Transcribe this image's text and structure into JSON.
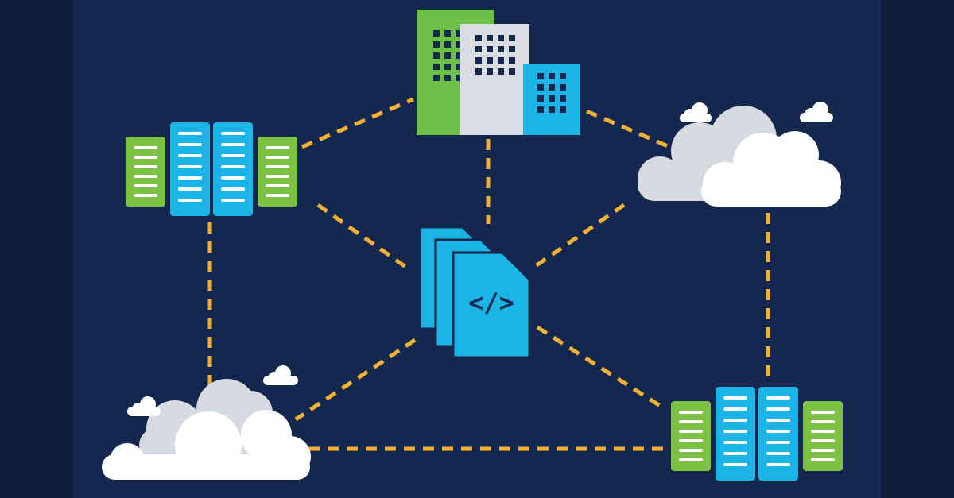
{
  "colors": {
    "background": "#14274f",
    "background_edge": "#0d1d3c",
    "connector": "#f2b134",
    "server_blue": "#1ab4e6",
    "server_green": "#7cc142",
    "building_green": "#6cc04a",
    "building_gray": "#d9dce2",
    "building_blue": "#1ab4e6",
    "window_dark": "#13294f",
    "cloud_white": "#ffffff",
    "cloud_gray": "#d7dae0",
    "document_blue": "#1ab4e6"
  },
  "diagram": {
    "nodes": [
      {
        "id": "enterprise-buildings",
        "icon": "office-buildings-icon"
      },
      {
        "id": "server-rack-top-left",
        "icon": "server-rack-icon"
      },
      {
        "id": "cloud-top-right",
        "icon": "cloud-icon"
      },
      {
        "id": "code-documents-center",
        "icon": "code-documents-icon"
      },
      {
        "id": "cloud-bottom-left",
        "icon": "cloud-icon"
      },
      {
        "id": "server-rack-bottom-right",
        "icon": "server-rack-icon"
      }
    ],
    "links": [
      {
        "from": "server-rack-top-left",
        "to": "enterprise-buildings",
        "style": "dashed"
      },
      {
        "from": "enterprise-buildings",
        "to": "cloud-top-right",
        "style": "dashed"
      },
      {
        "from": "enterprise-buildings",
        "to": "code-documents-center",
        "style": "dashed"
      },
      {
        "from": "server-rack-top-left",
        "to": "code-documents-center",
        "style": "dashed"
      },
      {
        "from": "cloud-top-right",
        "to": "code-documents-center",
        "style": "dashed"
      },
      {
        "from": "server-rack-top-left",
        "to": "cloud-bottom-left",
        "style": "dashed"
      },
      {
        "from": "cloud-top-right",
        "to": "server-rack-bottom-right",
        "style": "dashed"
      },
      {
        "from": "code-documents-center",
        "to": "cloud-bottom-left",
        "style": "dashed"
      },
      {
        "from": "code-documents-center",
        "to": "server-rack-bottom-right",
        "style": "dashed"
      },
      {
        "from": "cloud-bottom-left",
        "to": "server-rack-bottom-right",
        "style": "dashed"
      }
    ],
    "code_glyph": "</>"
  }
}
